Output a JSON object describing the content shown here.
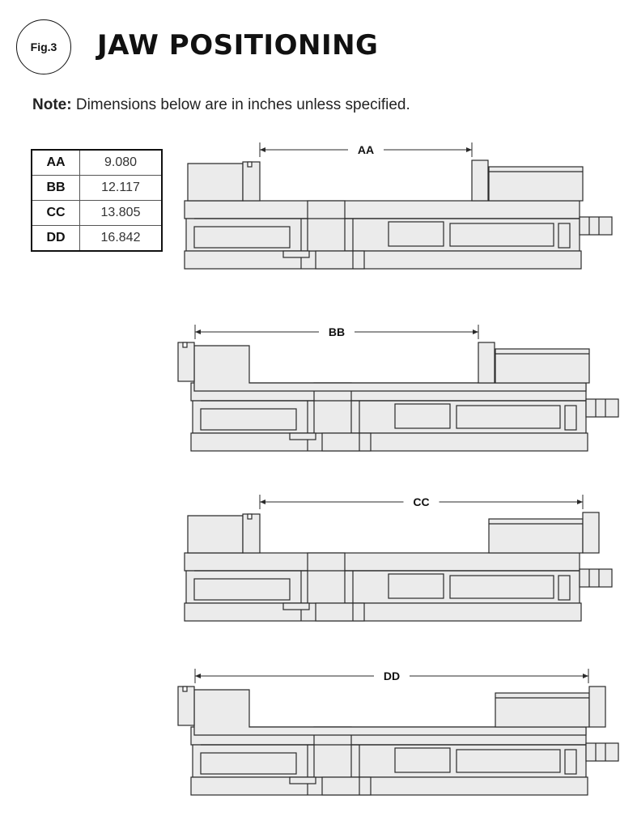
{
  "header": {
    "fig_label": "Fig.3",
    "title": "JAW POSITIONING"
  },
  "note": {
    "label": "Note:",
    "text": " Dimensions below are in inches unless specified."
  },
  "dimensions_table": [
    {
      "code": "AA",
      "value": "9.080"
    },
    {
      "code": "BB",
      "value": "12.117"
    },
    {
      "code": "CC",
      "value": "13.805"
    },
    {
      "code": "DD",
      "value": "16.842"
    }
  ],
  "diagrams": [
    {
      "label": "AA"
    },
    {
      "label": "BB"
    },
    {
      "label": "CC"
    },
    {
      "label": "DD"
    }
  ],
  "colors": {
    "fill": "#ebebeb",
    "stroke": "#2a2a2a"
  }
}
